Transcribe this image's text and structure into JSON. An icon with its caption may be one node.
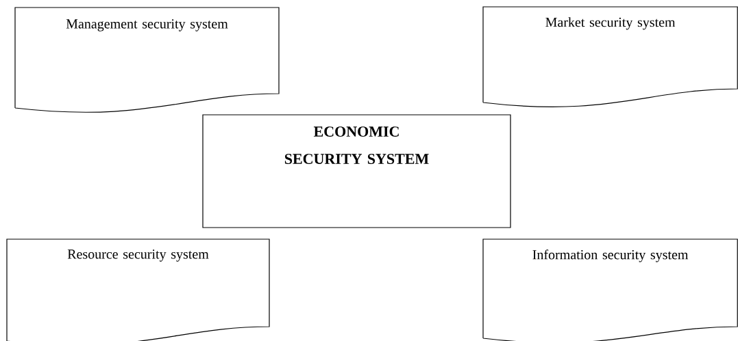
{
  "diagram": {
    "nodes": [
      {
        "text": [
          "Management security system"
        ]
      },
      {
        "text": [
          "Market security system"
        ]
      },
      {
        "text": [
          "ECONOMIC SECURITY SYSTEM"
        ]
      },
      {
        "text": [
          "Resource security system"
        ]
      },
      {
        "text": [
          "Information security system"
        ]
      }
    ]
  }
}
